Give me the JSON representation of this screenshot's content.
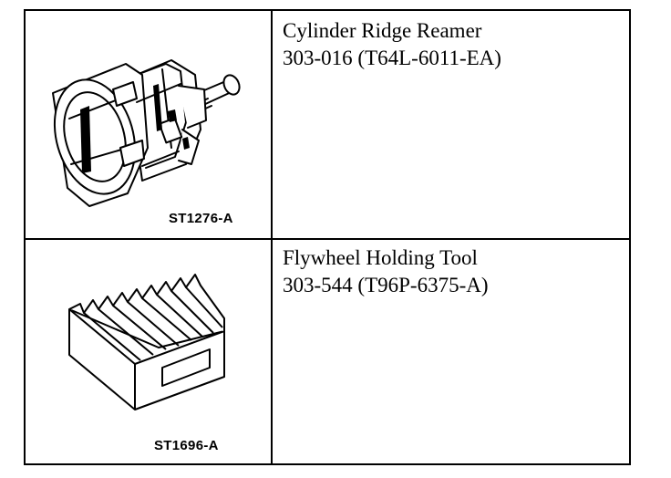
{
  "tools": [
    {
      "name": "Cylinder Ridge Reamer",
      "number": "303-016 (T64L-6011-EA)",
      "figure_code": "ST1276-A",
      "illustration": "cylinder-ridge-reamer-icon"
    },
    {
      "name": "Flywheel Holding Tool",
      "number": "303-544 (T96P-6375-A)",
      "figure_code": "ST1696-A",
      "illustration": "flywheel-holding-tool-icon"
    }
  ]
}
